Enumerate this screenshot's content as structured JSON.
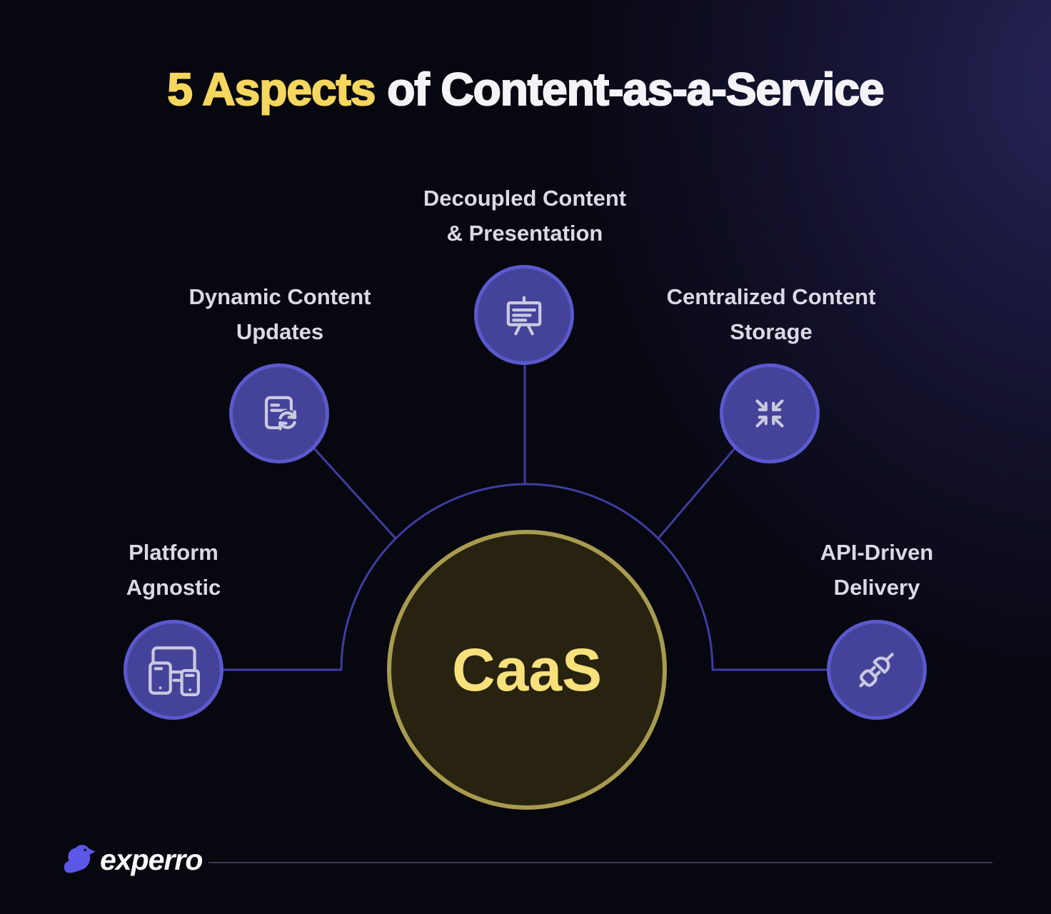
{
  "title": {
    "highlight": "5 Aspects",
    "rest": "of Content-as-a-Service"
  },
  "center": {
    "label": "CaaS"
  },
  "aspects": [
    {
      "name": "decoupled-content-presentation",
      "line1": "Decoupled Content",
      "line2": "& Presentation",
      "icon": "presentation-board-icon"
    },
    {
      "name": "dynamic-content-updates",
      "line1": "Dynamic Content",
      "line2": "Updates",
      "icon": "document-refresh-icon"
    },
    {
      "name": "centralized-content-storage",
      "line1": "Centralized Content",
      "line2": "Storage",
      "icon": "converging-arrows-icon"
    },
    {
      "name": "platform-agnostic",
      "line1": "Platform",
      "line2": "Agnostic",
      "icon": "multi-devices-icon"
    },
    {
      "name": "api-driven-delivery",
      "line1": "API-Driven",
      "line2": "Delivery",
      "icon": "plug-connection-icon"
    }
  ],
  "footer": {
    "brand": "experro",
    "logo_icon": "experro-bird-icon"
  },
  "colors": {
    "background": "#07070f",
    "corner_glow": "#262358",
    "title_highlight": "#f5d65e",
    "title_text": "#f3f3f8",
    "label_text": "#d9dae5",
    "node_fill": "#454299",
    "node_stroke": "#5b59ce",
    "connector": "#3e3da2",
    "center_fill": "#272310",
    "center_stroke": "#a89b50",
    "center_text": "#f8e17b",
    "icon_stroke": "#c9cadf",
    "divider": "#3b3852",
    "bird": "#5b58e8"
  }
}
